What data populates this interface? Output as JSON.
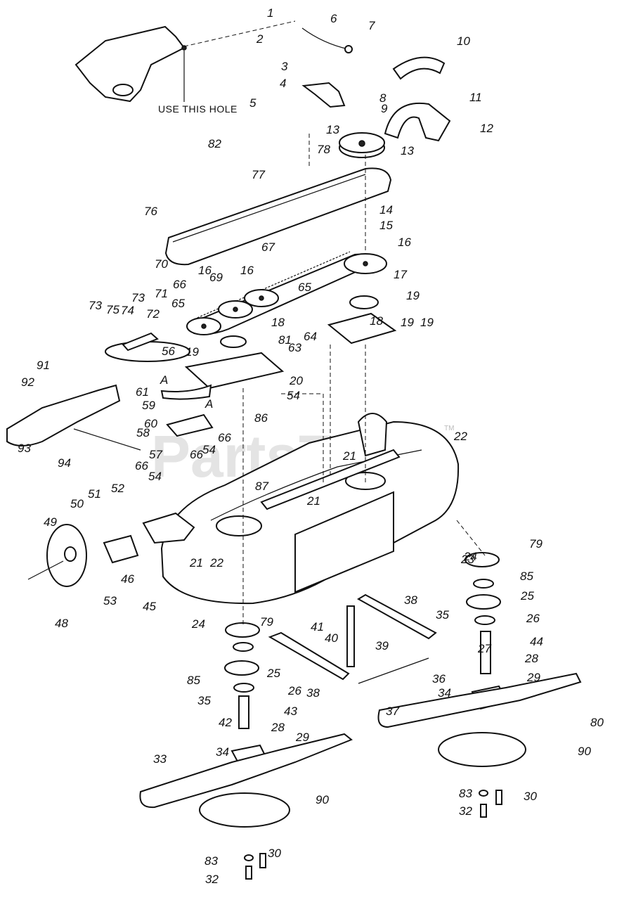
{
  "note": "USE THIS HOLE",
  "watermark": "PartsTree",
  "trademark": "TM",
  "marker_a": "A",
  "callouts": [
    "1",
    "2",
    "3",
    "4",
    "5",
    "6",
    "7",
    "8",
    "9",
    "10",
    "11",
    "12",
    "13",
    "13",
    "14",
    "15",
    "16",
    "16",
    "16",
    "17",
    "18",
    "18",
    "19",
    "19",
    "19",
    "19",
    "20",
    "21",
    "21",
    "21",
    "22",
    "22",
    "23",
    "24",
    "24",
    "25",
    "25",
    "26",
    "26",
    "27",
    "28",
    "28",
    "29",
    "29",
    "30",
    "30",
    "32",
    "32",
    "33",
    "34",
    "34",
    "35",
    "35",
    "36",
    "37",
    "38",
    "38",
    "39",
    "40",
    "41",
    "42",
    "43",
    "44",
    "45",
    "46",
    "48",
    "49",
    "50",
    "51",
    "52",
    "53",
    "54",
    "54",
    "54",
    "56",
    "57",
    "58",
    "59",
    "60",
    "61",
    "63",
    "64",
    "65",
    "65",
    "66",
    "66",
    "66",
    "66",
    "67",
    "69",
    "70",
    "71",
    "72",
    "73",
    "73",
    "74",
    "75",
    "76",
    "77",
    "78",
    "79",
    "79",
    "80",
    "81",
    "82",
    "83",
    "83",
    "85",
    "85",
    "86",
    "87",
    "90",
    "90",
    "91",
    "92",
    "93",
    "94"
  ]
}
